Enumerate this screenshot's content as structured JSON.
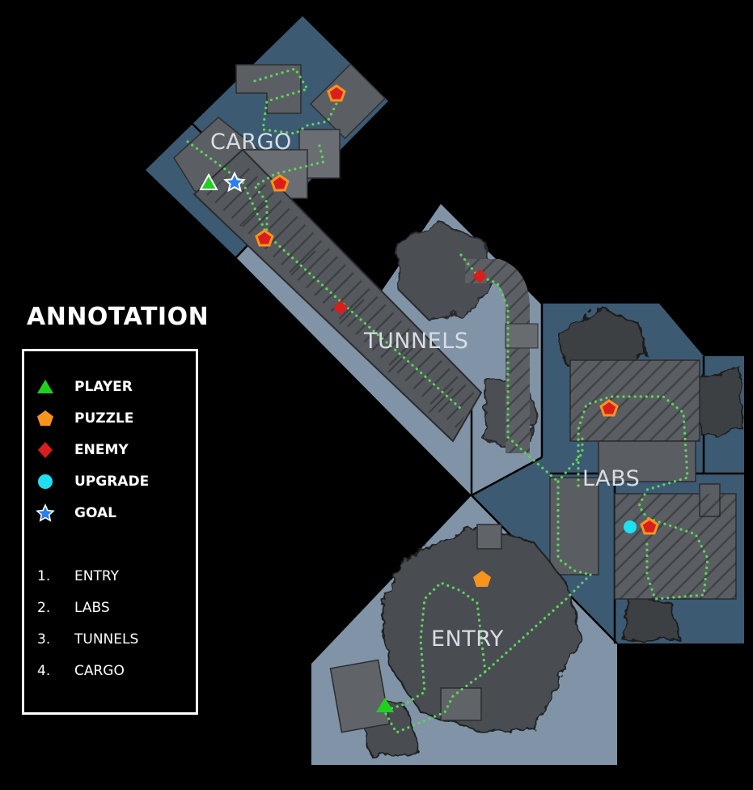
{
  "regions": {
    "cargo": "CARGO",
    "tunnels": "TUNNELS",
    "labs": "LABS",
    "entry": "ENTRY"
  },
  "legend": {
    "title": "ANNOTATION",
    "markers": [
      {
        "label": "PLAYER",
        "icon": "triangle",
        "color": "#1fd11f"
      },
      {
        "label": "PUZZLE",
        "icon": "pentagon",
        "color": "#f7941d"
      },
      {
        "label": "ENEMY",
        "icon": "diamond",
        "color": "#d91e1e"
      },
      {
        "label": "UPGRADE",
        "icon": "circle",
        "color": "#1fe0f0"
      },
      {
        "label": "GOAL",
        "icon": "star",
        "color": "#2a7ef0"
      }
    ],
    "zones": [
      {
        "number": "1.",
        "name": "ENTRY"
      },
      {
        "number": "2.",
        "name": "LABS"
      },
      {
        "number": "3.",
        "name": "TUNNELS"
      },
      {
        "number": "4.",
        "name": "CARGO"
      }
    ]
  },
  "colors": {
    "background": "#000000",
    "zone_dark": "#3d5a73",
    "zone_light": "#8193a6",
    "path": "#5fd35f"
  }
}
